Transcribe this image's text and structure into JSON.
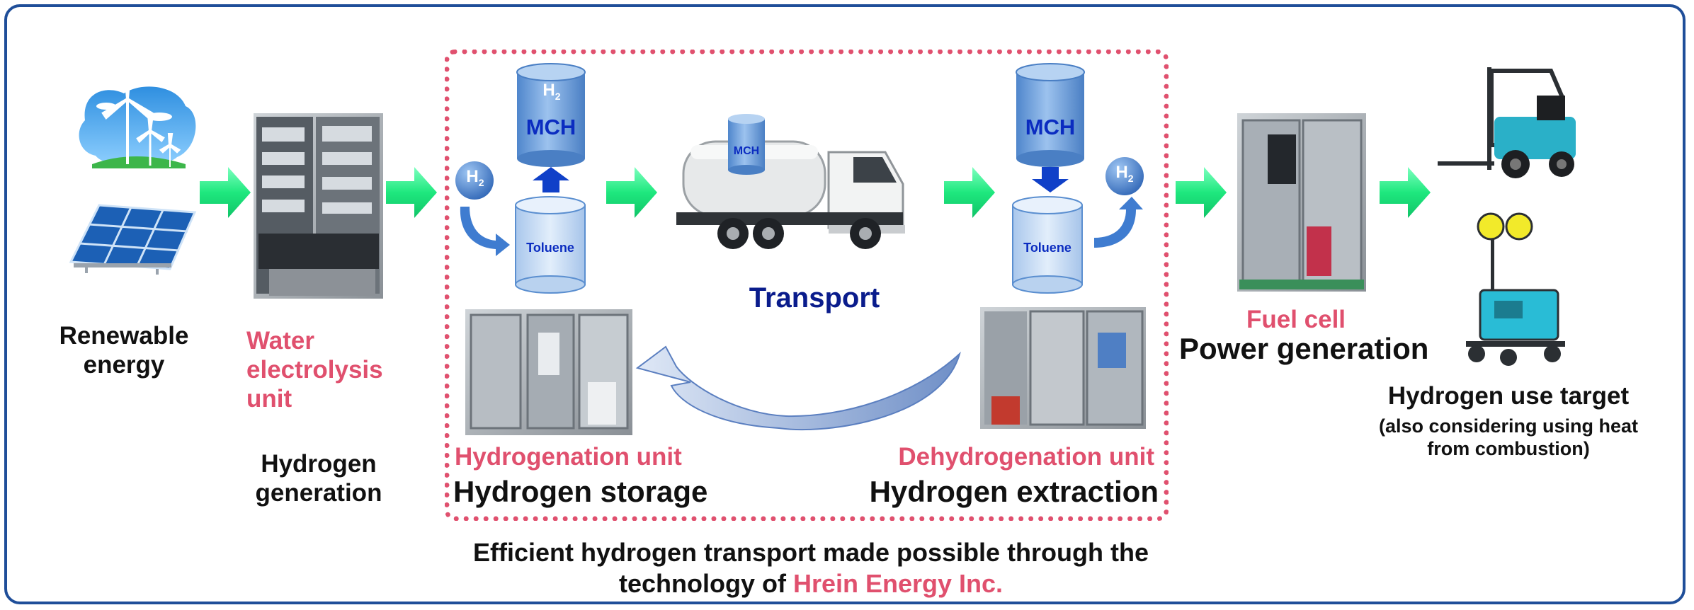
{
  "labels": {
    "renewable": "Renewable\nenergy",
    "electrolysis": "Water\nelectrolysis\nunit",
    "hydrogen_generation": "Hydrogen\ngeneration",
    "hydrogenation_unit": "Hydrogenation unit",
    "hydrogen_storage": "Hydrogen storage",
    "transport": "Transport",
    "dehydrogenation_unit": "Dehydrogenation unit",
    "hydrogen_extraction": "Hydrogen extraction",
    "fuel_cell": "Fuel cell",
    "power_generation": "Power generation",
    "use_target": "Hydrogen use target",
    "use_target_note": "(also considering using heat\nfrom combustion)",
    "footer_main": "Efficient hydrogen transport made possible through the",
    "footer_prefix": "technology of ",
    "footer_company": "Hrein Energy Inc."
  },
  "tanks": {
    "mch": "MCH",
    "toluene": "Toluene",
    "h2_symbol": "H",
    "h2_subscript": "2"
  },
  "colors": {
    "frame": "#1f4e99",
    "accent_pink": "#e0506e",
    "navy": "#0a1c8c",
    "arrow_green": "#22ee88",
    "tank_blue": "#5b8fd0"
  },
  "icons": [
    "wind-turbine-icon",
    "solar-panel-icon",
    "electrolyzer-photo",
    "tanker-truck-icon",
    "fuel-cell-photo",
    "forklift-icon",
    "light-tower-icon"
  ]
}
